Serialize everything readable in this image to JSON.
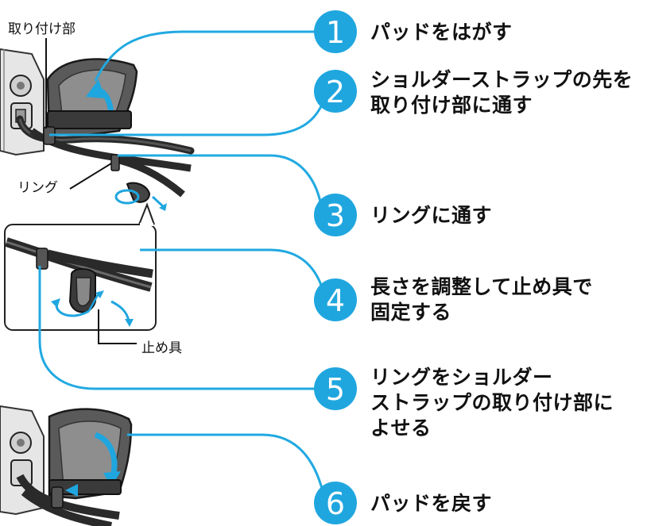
{
  "labels": {
    "attachment": "取り付け部",
    "ring": "リング",
    "stopper": "止め具"
  },
  "steps": [
    {
      "number": "1",
      "lines": [
        "パッドをはがす"
      ]
    },
    {
      "number": "2",
      "lines": [
        "ショルダーストラップの先を",
        "取り付け部に通す"
      ]
    },
    {
      "number": "3",
      "lines": [
        "リングに通す"
      ]
    },
    {
      "number": "4",
      "lines": [
        "長さを調整して止め具で",
        "固定する"
      ]
    },
    {
      "number": "5",
      "lines": [
        "リングをショルダー",
        "ストラップの取り付け部に",
        "よせる"
      ]
    },
    {
      "number": "6",
      "lines": [
        "パッドを戻す"
      ]
    }
  ],
  "colors": {
    "accent": "#1fa6df",
    "line": "#21a9e1",
    "pad_dark": "#555555",
    "pad_light": "#8a8a8a",
    "strap": "#2a2a2a"
  }
}
